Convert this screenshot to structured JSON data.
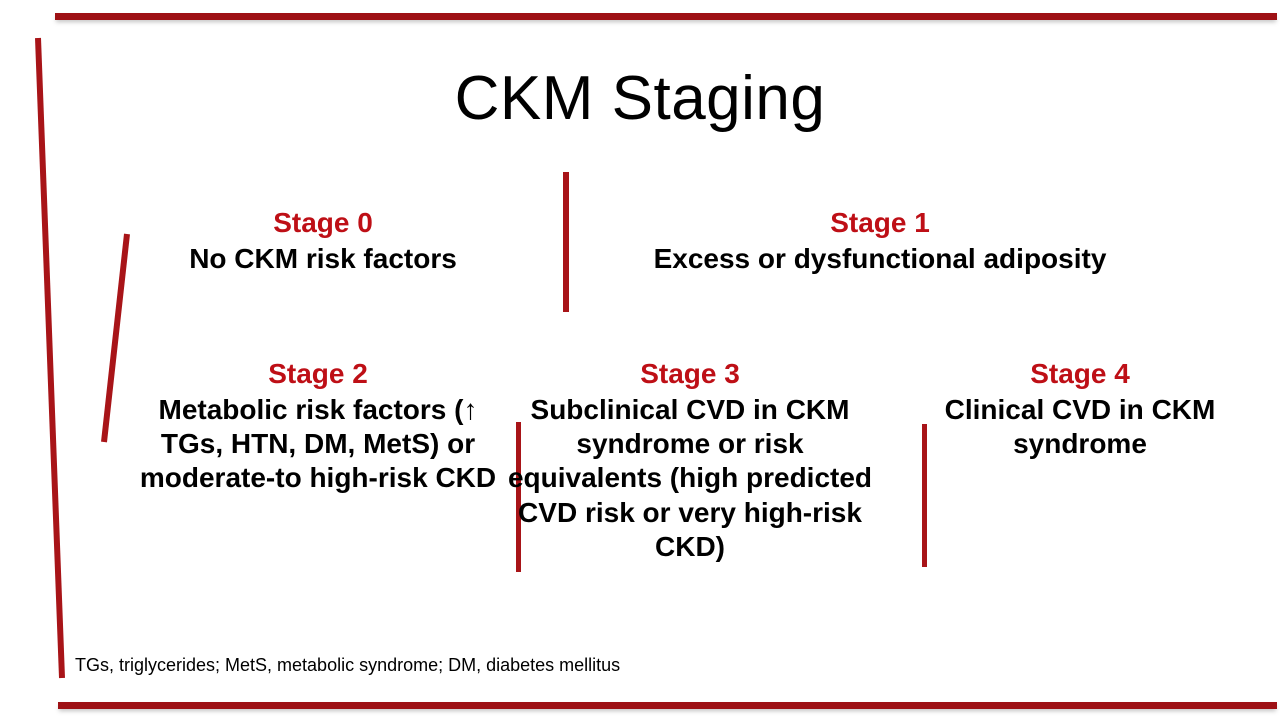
{
  "slide": {
    "title": "CKM Staging",
    "footnote": "TGs, triglycerides; MetS, metabolic syndrome; DM, diabetes mellitus"
  },
  "colors": {
    "accent_red": "#BE0F16",
    "rule_red": "#9E1115",
    "divider_red": "#A81418",
    "text_black": "#000000",
    "background": "#FFFFFF"
  },
  "stages": [
    {
      "label": "Stage 0",
      "description": "No CKM risk factors"
    },
    {
      "label": "Stage 1",
      "description": "Excess or dysfunctional adiposity"
    },
    {
      "label": "Stage 2",
      "description": "Metabolic risk factors (↑ TGs, HTN, DM, MetS) or moderate-to high-risk CKD"
    },
    {
      "label": "Stage 3",
      "description": "Subclinical CVD in CKM syndrome or risk equivalents (high predicted CVD risk or very high-risk CKD)"
    },
    {
      "label": "Stage 4",
      "description": "Clinical CVD in CKM syndrome"
    }
  ]
}
